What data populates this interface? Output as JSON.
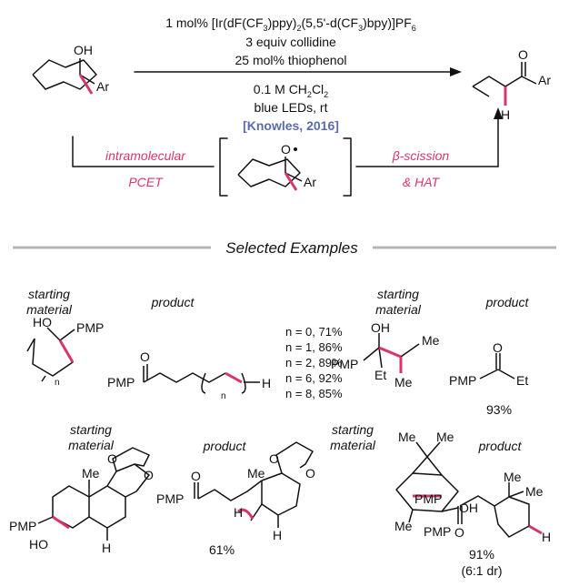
{
  "conditions": {
    "line1_pre": "1 mol% [Ir(dF(CF",
    "line1_a": "3",
    "line1_b": ")ppy)",
    "line1_c": "2",
    "line1_d": "(5,5'-d(CF",
    "line1_e": "3",
    "line1_f": ")bpy)]PF",
    "line1_g": "6",
    "line2": "3 equiv collidine",
    "line3": "25 mol% thiophenol",
    "line4_pre": "0.1 M CH",
    "line4_a": "2",
    "line4_b": "Cl",
    "line4_c": "2",
    "line5": "blue LEDs, rt",
    "citation": "[Knowles, 2016]"
  },
  "mechanism": {
    "left_label_1": "intramolecular",
    "left_label_2": "PCET",
    "right_label_1": "β-scission",
    "right_label_2": "& HAT"
  },
  "section_title": "Selected Examples",
  "examples": {
    "sm_label_1": "starting",
    "sm_label_2": "material",
    "product_label": "product",
    "n_list": [
      "n = 0, 71%",
      "n = 1, 86%",
      "n = 2, 89%",
      "n = 6, 92%",
      "n = 8, 85%"
    ],
    "yield_ketone": "93%",
    "yield_steroid": "61%",
    "yield_camphor": "91%",
    "dr_camphor": "(6:1 dr)"
  },
  "atoms": {
    "OH": "OH",
    "Ar": "Ar",
    "O": "O",
    "H": "H",
    "HO": "HO",
    "PMP": "PMP",
    "Me": "Me",
    "Et": "Et",
    "n": "n"
  },
  "colors": {
    "accent": "#d8366a",
    "citation": "#5a6bb0",
    "bond": "#111111",
    "rule": "#b5b5b5"
  }
}
